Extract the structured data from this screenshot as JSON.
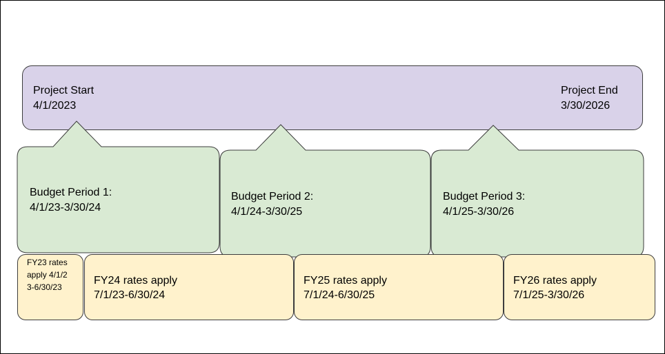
{
  "colors": {
    "project_fill": "#d9d2e9",
    "budget_fill": "#d9ead3",
    "rate_fill": "#fff2cc",
    "stroke": "#3c3c3c"
  },
  "project": {
    "start_label": "Project Start\n4/1/2023",
    "end_label": "Project End\n3/30/2026"
  },
  "budget_periods": [
    {
      "label": "Budget Period 1:\n4/1/23-3/30/24"
    },
    {
      "label": "Budget Period 2:\n4/1/24-3/30/25"
    },
    {
      "label": "Budget Period 3:\n4/1/25-3/30/26"
    }
  ],
  "rates": [
    {
      "label": "FY23 rates apply 4/1/23-6/30/23"
    },
    {
      "label": "FY24 rates apply\n7/1/23-6/30/24"
    },
    {
      "label": "FY25 rates apply\n7/1/24-6/30/25"
    },
    {
      "label": "FY26 rates apply\n7/1/25-3/30/26"
    }
  ]
}
